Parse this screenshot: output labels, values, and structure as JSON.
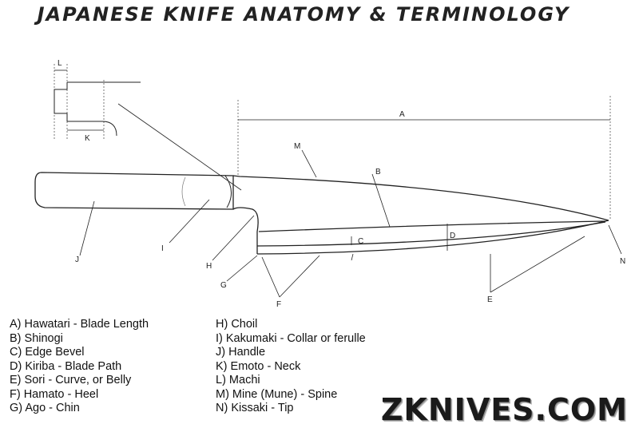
{
  "title": "Japanese Knife Anatomy & Terminology",
  "diagram_labels": {
    "A": "A",
    "B": "B",
    "C": "C",
    "D": "D",
    "E": "E",
    "F": "F",
    "G": "G",
    "H": "H",
    "I": "I",
    "J": "J",
    "K": "K",
    "L": "L",
    "M": "M",
    "N": "N"
  },
  "legend": {
    "column1": [
      "A) Hawatari - Blade Length",
      "B) Shinogi",
      "C) Edge Bevel",
      "D) Kiriba - Blade Path",
      "E) Sori - Curve, or Belly",
      "F) Hamato - Heel",
      "G) Ago - Chin"
    ],
    "column2": [
      "H) Choil",
      "I) Kakumaki - Collar or ferulle",
      "J) Handle",
      "K) Emoto - Neck",
      "L) Machi",
      "M) Mine (Mune) - Spine",
      "N) Kissaki - Tip"
    ]
  },
  "brand": "ZKnives.com"
}
